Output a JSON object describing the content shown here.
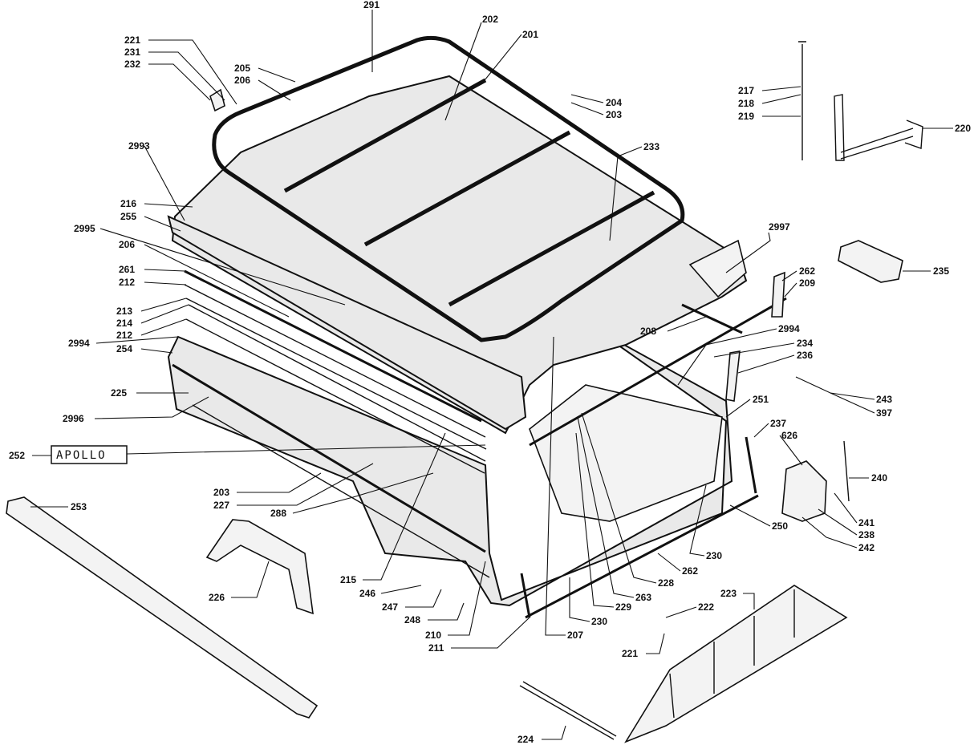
{
  "diagram": {
    "badge_text": "APOLLO",
    "callouts": [
      {
        "id": "c291",
        "text": "291"
      },
      {
        "id": "c202",
        "text": "202"
      },
      {
        "id": "c201",
        "text": "201"
      },
      {
        "id": "c221a",
        "text": "221"
      },
      {
        "id": "c231",
        "text": "231"
      },
      {
        "id": "c232",
        "text": "232"
      },
      {
        "id": "c205",
        "text": "205"
      },
      {
        "id": "c206a",
        "text": "206"
      },
      {
        "id": "c204",
        "text": "204"
      },
      {
        "id": "c203a",
        "text": "203"
      },
      {
        "id": "c217",
        "text": "217"
      },
      {
        "id": "c218",
        "text": "218"
      },
      {
        "id": "c219",
        "text": "219"
      },
      {
        "id": "c220",
        "text": "220"
      },
      {
        "id": "c233",
        "text": "233"
      },
      {
        "id": "c2993",
        "text": "2993"
      },
      {
        "id": "c216",
        "text": "216"
      },
      {
        "id": "c255",
        "text": "255"
      },
      {
        "id": "c2995",
        "text": "2995"
      },
      {
        "id": "c206b",
        "text": "206"
      },
      {
        "id": "c261",
        "text": "261"
      },
      {
        "id": "c212a",
        "text": "212"
      },
      {
        "id": "c2997",
        "text": "2997"
      },
      {
        "id": "c235",
        "text": "235"
      },
      {
        "id": "c262a",
        "text": "262"
      },
      {
        "id": "c209",
        "text": "209"
      },
      {
        "id": "c213",
        "text": "213"
      },
      {
        "id": "c214",
        "text": "214"
      },
      {
        "id": "c2994a",
        "text": "2994"
      },
      {
        "id": "c212b",
        "text": "212"
      },
      {
        "id": "c254",
        "text": "254"
      },
      {
        "id": "c208",
        "text": "208"
      },
      {
        "id": "c2994b",
        "text": "2994"
      },
      {
        "id": "c234",
        "text": "234"
      },
      {
        "id": "c236",
        "text": "236"
      },
      {
        "id": "c225",
        "text": "225"
      },
      {
        "id": "c243",
        "text": "243"
      },
      {
        "id": "c397",
        "text": "397"
      },
      {
        "id": "c2996",
        "text": "2996"
      },
      {
        "id": "c251",
        "text": "251"
      },
      {
        "id": "c237",
        "text": "237"
      },
      {
        "id": "c626",
        "text": "626"
      },
      {
        "id": "c252",
        "text": "252"
      },
      {
        "id": "c240",
        "text": "240"
      },
      {
        "id": "c203b",
        "text": "203"
      },
      {
        "id": "c227",
        "text": "227"
      },
      {
        "id": "c288",
        "text": "288"
      },
      {
        "id": "c253",
        "text": "253"
      },
      {
        "id": "c241",
        "text": "241"
      },
      {
        "id": "c250",
        "text": "250"
      },
      {
        "id": "c238",
        "text": "238"
      },
      {
        "id": "c242",
        "text": "242"
      },
      {
        "id": "c230a",
        "text": "230"
      },
      {
        "id": "c215",
        "text": "215"
      },
      {
        "id": "c262b",
        "text": "262"
      },
      {
        "id": "c228",
        "text": "228"
      },
      {
        "id": "c246",
        "text": "246"
      },
      {
        "id": "c263",
        "text": "263"
      },
      {
        "id": "c226",
        "text": "226"
      },
      {
        "id": "c247",
        "text": "247"
      },
      {
        "id": "c229",
        "text": "229"
      },
      {
        "id": "c222",
        "text": "222"
      },
      {
        "id": "c223",
        "text": "223"
      },
      {
        "id": "c248",
        "text": "248"
      },
      {
        "id": "c230b",
        "text": "230"
      },
      {
        "id": "c210",
        "text": "210"
      },
      {
        "id": "c207",
        "text": "207"
      },
      {
        "id": "c211",
        "text": "211"
      },
      {
        "id": "c221b",
        "text": "221"
      },
      {
        "id": "c224",
        "text": "224"
      }
    ]
  }
}
